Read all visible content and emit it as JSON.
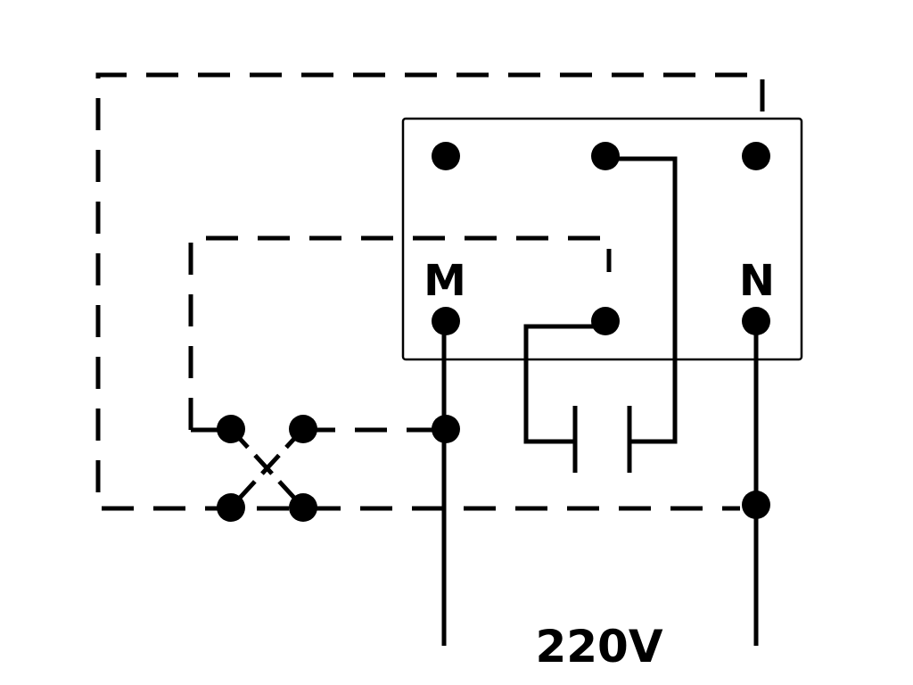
{
  "labels": {
    "terminal_m": "M",
    "terminal_n": "N",
    "voltage": "220V"
  },
  "colors": {
    "line": "#000000",
    "background": "#ffffff"
  }
}
